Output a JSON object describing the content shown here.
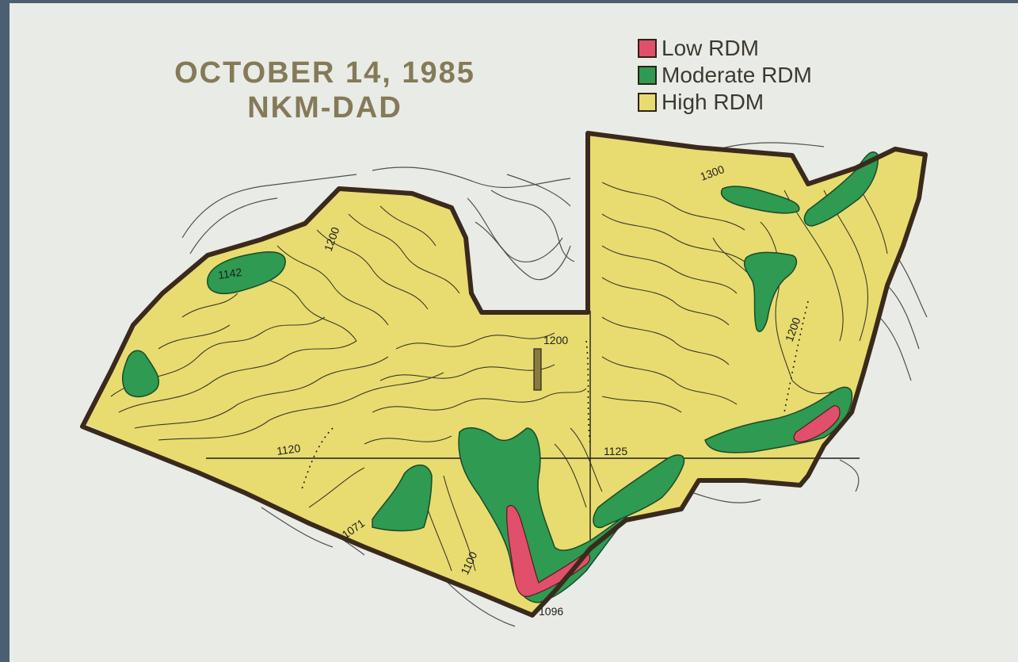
{
  "title": {
    "date": "OCTOBER 14, 1985",
    "site": "NKM-DAD"
  },
  "legend": [
    {
      "label": "Low RDM",
      "color": "#e0506a"
    },
    {
      "label": "Moderate RDM",
      "color": "#2e9a52"
    },
    {
      "label": "High RDM",
      "color": "#e8dc70"
    }
  ],
  "contour_labels": [
    "1142",
    "1200",
    "1200",
    "1300",
    "1200",
    "1120",
    "1071",
    "1100",
    "1125",
    "1096"
  ]
}
